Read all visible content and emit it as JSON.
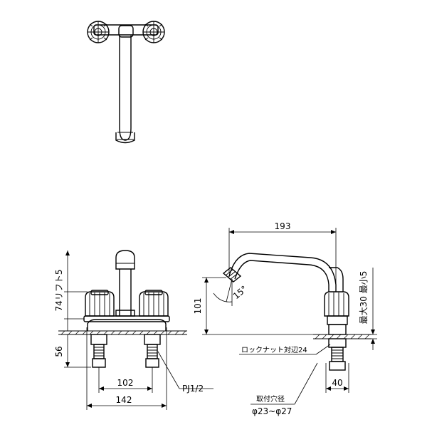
{
  "dimensions": {
    "spout_length": "193",
    "left_height_label": "74リフト5",
    "angle": "15°",
    "height_101": "101",
    "max30_min5": "最大30 最小5",
    "lock_nut_label": "ロックナット対辺24",
    "shank_56": "56",
    "center_102": "102",
    "thread": "PJ1/2",
    "width_142": "142",
    "shank_40": "40",
    "hole_label": "取付穴径",
    "hole_range": "φ23~φ27"
  },
  "views": [
    "top-view",
    "front-view",
    "side-view"
  ]
}
